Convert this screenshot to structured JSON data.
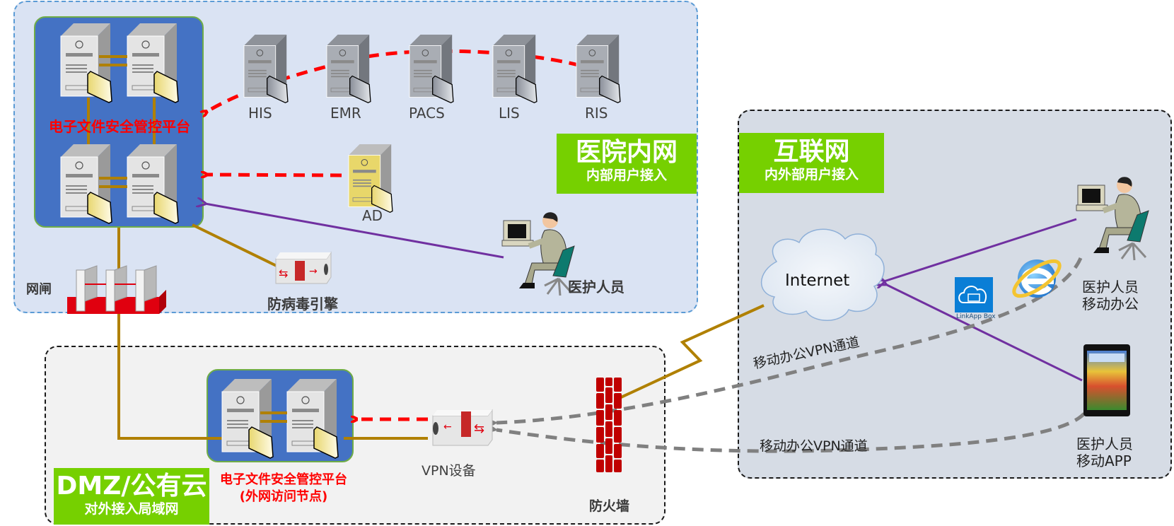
{
  "zones": {
    "intranet": {
      "title": "医院内网",
      "subtitle": "内部用户接入"
    },
    "internet": {
      "title": "互联网",
      "subtitle": "内外部用户接入"
    },
    "dmz": {
      "title": "DMZ/公有云",
      "subtitle": "对外接入局域网"
    }
  },
  "nodes": {
    "platform_main": {
      "label": "电子文件安全管控平台"
    },
    "platform_dmz": {
      "label": "电子文件安全管控平台",
      "sublabel": "(外网访问节点)"
    },
    "systems": [
      {
        "label": "HIS"
      },
      {
        "label": "EMR"
      },
      {
        "label": "PACS"
      },
      {
        "label": "LIS"
      },
      {
        "label": "RIS"
      }
    ],
    "ad": {
      "label": "AD"
    },
    "staff": {
      "label": "医护人员"
    },
    "antivirus": {
      "label": "防病毒引擎"
    },
    "gatekeeper": {
      "label": "网闸"
    },
    "vpn": {
      "label": "VPN设备"
    },
    "firewall": {
      "label": "防火墙"
    },
    "internet_cloud": {
      "label": "Internet"
    },
    "linkapp": {
      "label": "LinkApp Box"
    },
    "mobile_office": {
      "line1": "医护人员",
      "line2": "移动办公"
    },
    "mobile_app": {
      "line1": "医护人员",
      "line2": "移动APP"
    }
  },
  "links": {
    "vpn_tunnel_1": "移动办公VPN通道",
    "vpn_tunnel_2": "移动办公VPN通道"
  },
  "colors": {
    "intranet_bg": "#dae3f3",
    "internet_bg": "#d6dce5",
    "dmz_bg": "#f2f2f2",
    "tag_green": "#76d000",
    "platform_blue": "#4472c4",
    "data_flow_red": "#ff0000",
    "user_access_purple": "#7030a0",
    "cable_gold": "#b8860b",
    "vpn_gray": "#808080"
  }
}
